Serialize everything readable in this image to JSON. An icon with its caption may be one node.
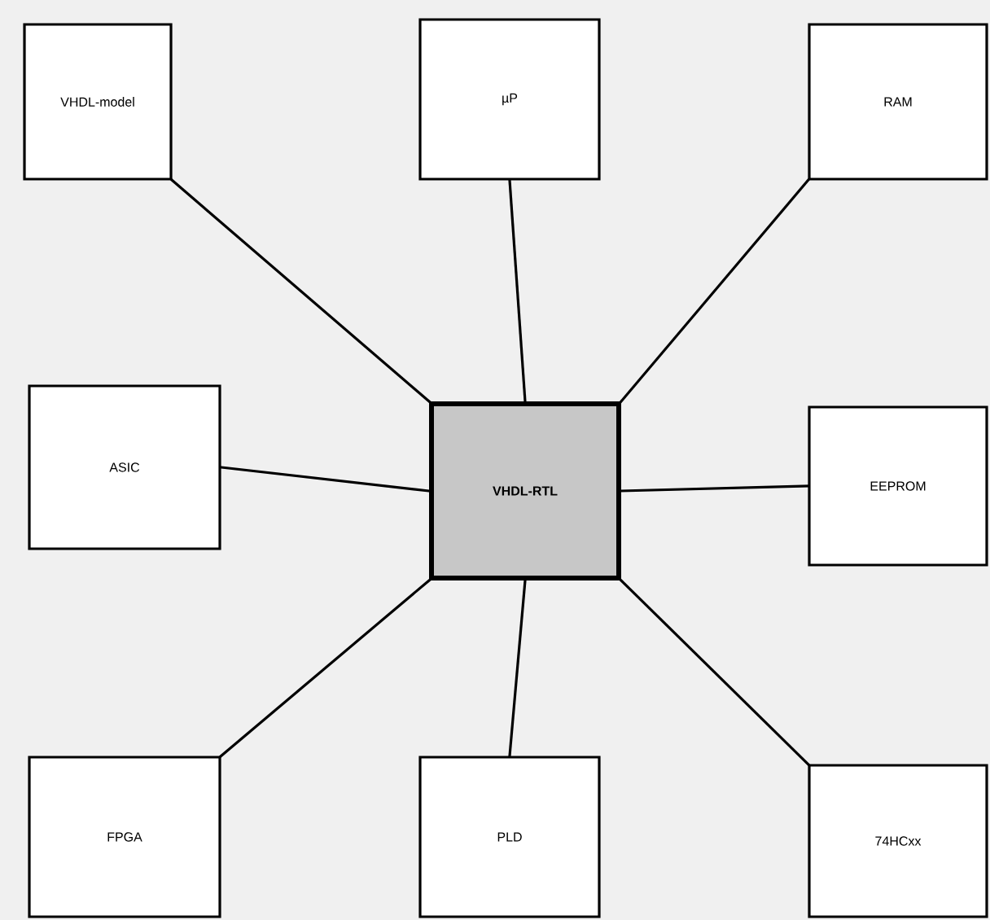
{
  "diagram": {
    "nodes": [
      {
        "text": [
          "VHDL-model"
        ]
      },
      {
        "text": [
          "µP"
        ]
      },
      {
        "text": [
          "RAM"
        ]
      },
      {
        "text": [
          "ASIC"
        ]
      },
      {
        "text": [
          "VHDL-RTL"
        ]
      },
      {
        "text": [
          "EEPROM"
        ]
      },
      {
        "text": [
          "FPGA"
        ]
      },
      {
        "text": [
          "PLD"
        ]
      },
      {
        "text": [
          "74HCxx"
        ]
      }
    ],
    "edges": [
      {
        "from": 4,
        "to": 0,
        "arrow": "none"
      },
      {
        "from": 4,
        "to": 1,
        "arrow": "none"
      },
      {
        "from": 4,
        "to": 2,
        "arrow": "none"
      },
      {
        "from": 4,
        "to": 3,
        "arrow": "none"
      },
      {
        "from": 4,
        "to": 5,
        "arrow": "none"
      },
      {
        "from": 4,
        "to": 6,
        "arrow": "none"
      },
      {
        "from": 4,
        "to": 7,
        "arrow": "none"
      },
      {
        "from": 4,
        "to": 8,
        "arrow": "none"
      }
    ]
  }
}
